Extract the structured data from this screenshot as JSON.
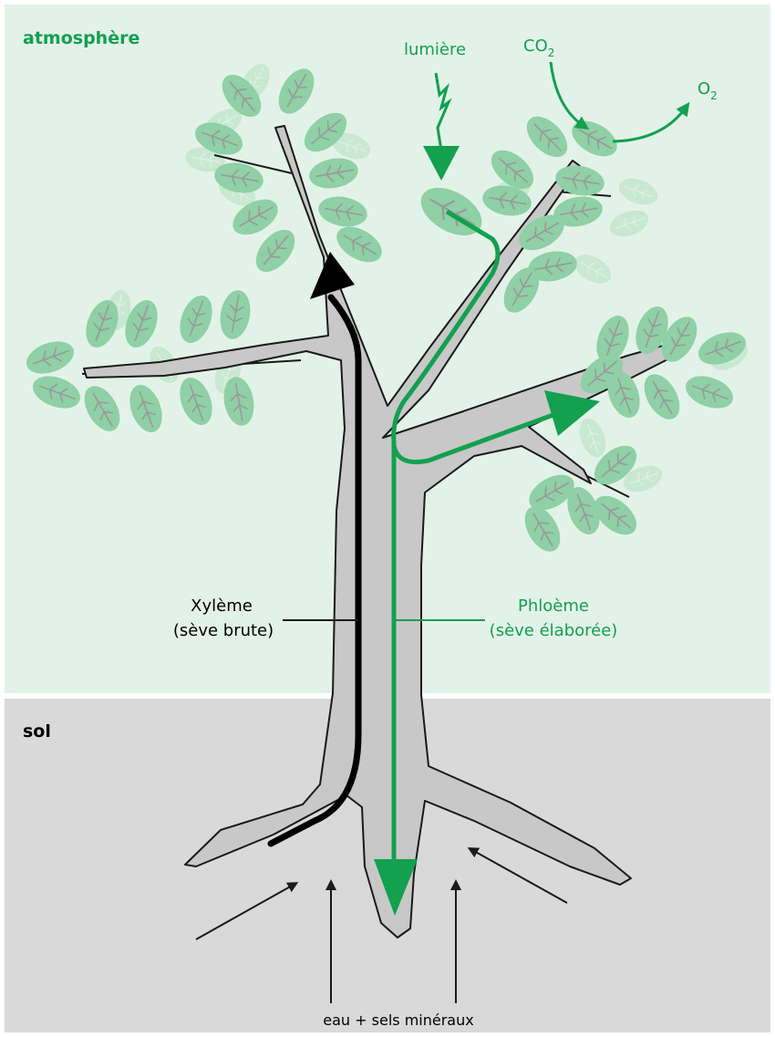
{
  "zones": {
    "atmosphere": "atmosphère",
    "soil": "sol"
  },
  "inputs": {
    "light": "lumière",
    "co2_main": "CO",
    "co2_sub": "2",
    "o2_main": "O",
    "o2_sub": "2"
  },
  "vessels": {
    "xylem_name": "Xylème",
    "xylem_desc": "(sève brute)",
    "phloem_name": "Phloème",
    "phloem_desc": "(sève élaborée)"
  },
  "roots": {
    "uptake": "eau + sels minéraux"
  },
  "colors": {
    "sky": "#e3f2e8",
    "soil": "#d9d9d9",
    "trunk": "#c8c8c8",
    "outline": "#1a1a1a",
    "leaf": "#8fd0a6",
    "leaf_faded": "#c8e8d2",
    "vein": "#9a9a9a",
    "phloem": "#13a04f",
    "xylem": "#000000"
  }
}
